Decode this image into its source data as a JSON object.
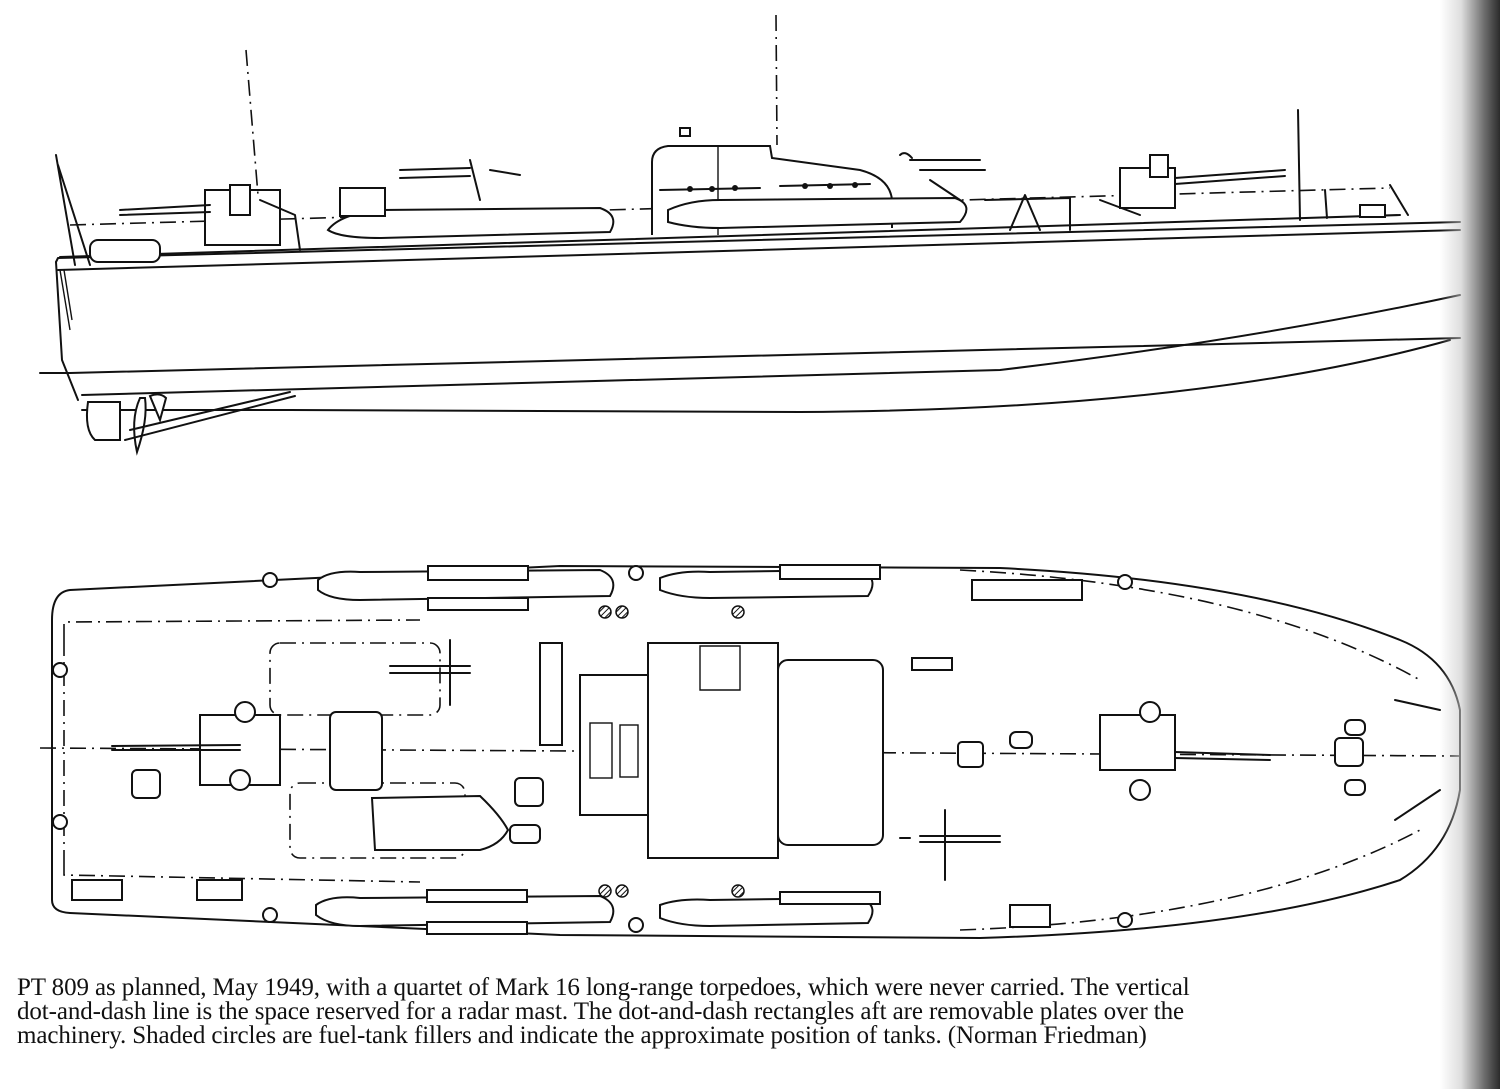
{
  "document": {
    "type": "book-page-figure",
    "figure": {
      "subject": "PT 809",
      "views": [
        {
          "name": "profile-view",
          "description": "side elevation of PT 809"
        },
        {
          "name": "plan-view",
          "description": "deck plan of PT 809"
        }
      ],
      "legend_features": {
        "torpedoes": 4,
        "torpedo_type": "Mark 16 long-range",
        "fuel_tank_fillers_shown": 6
      }
    },
    "caption": {
      "lines": [
        "PT 809 as planned, May 1949, with a quartet of Mark 16 long-range torpedoes, which were never carried. The vertical",
        "dot-and-dash line is the space reserved for a radar mast. The dot-and-dash rectangles aft are removable plates over the",
        "machinery. Shaded circles are fuel-tank fillers and indicate the approximate position of tanks. (Norman Friedman)"
      ],
      "credit": "Norman Friedman"
    },
    "colors": {
      "ink": "#111111",
      "paper": "#ffffff",
      "binding_shadow": "#2b2b2b"
    }
  }
}
